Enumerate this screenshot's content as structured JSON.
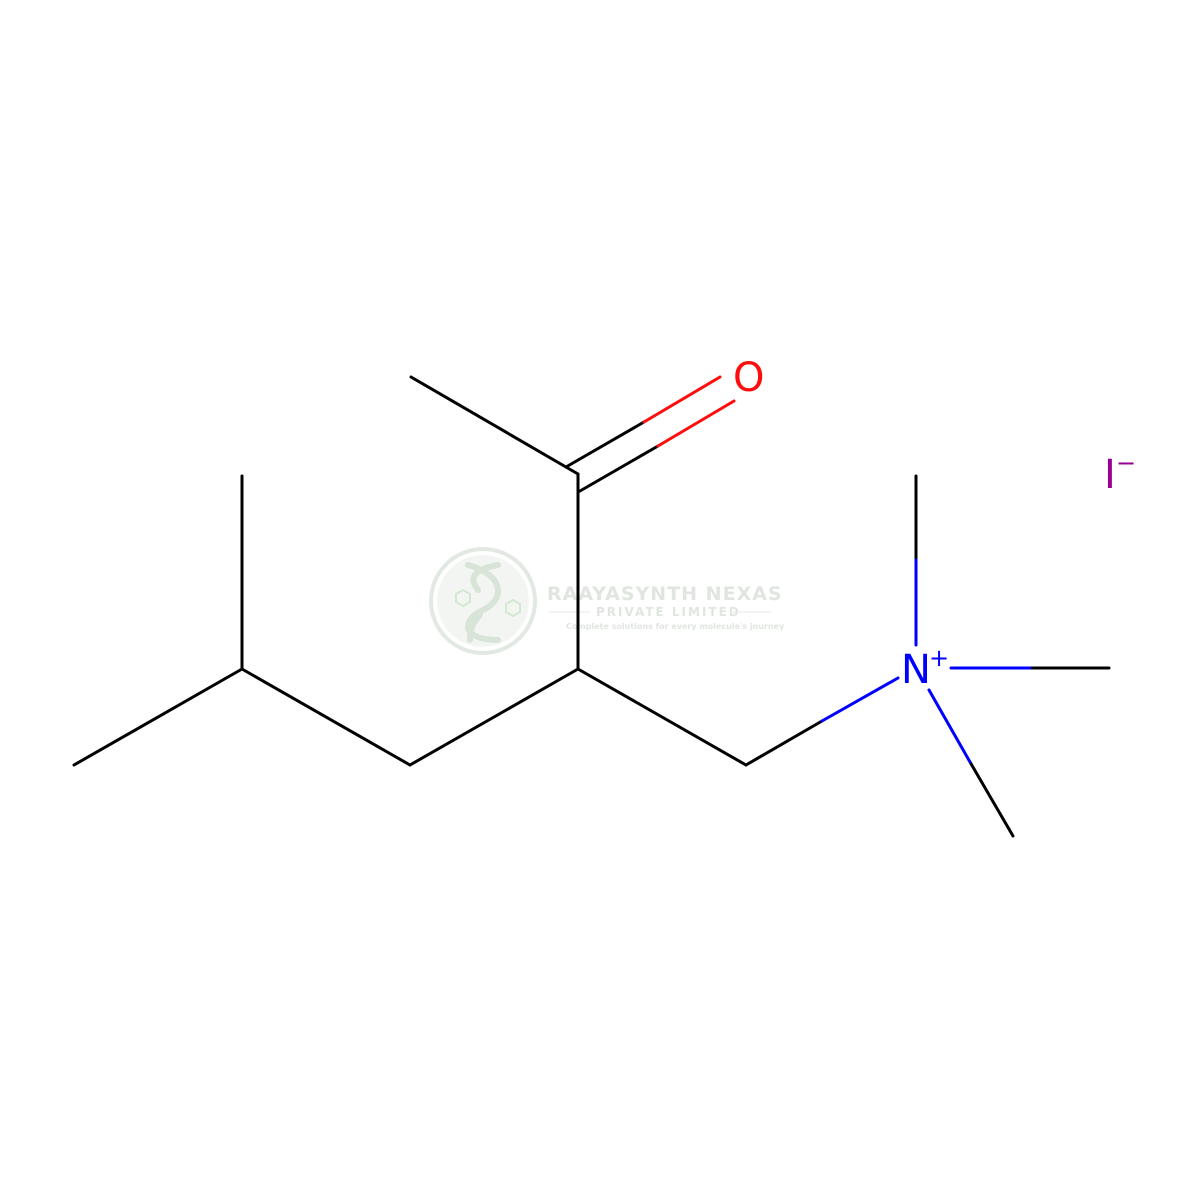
{
  "molecule": {
    "atoms": {
      "oxygen": "O",
      "nitrogen": "N",
      "nitrogen_charge": "+",
      "iodine": "I",
      "iodine_charge": "−"
    },
    "colors": {
      "carbon_bond": "#000000",
      "oxygen": "#ff0d0d",
      "nitrogen": "#0000ff",
      "iodine": "#940094"
    }
  },
  "watermark": {
    "company": "RAAYASYNTH NEXAS",
    "subtitle": "PRIVATE LIMITED",
    "tagline": "Complete solutions for every molecule's journey",
    "color": "#dfe8df"
  }
}
